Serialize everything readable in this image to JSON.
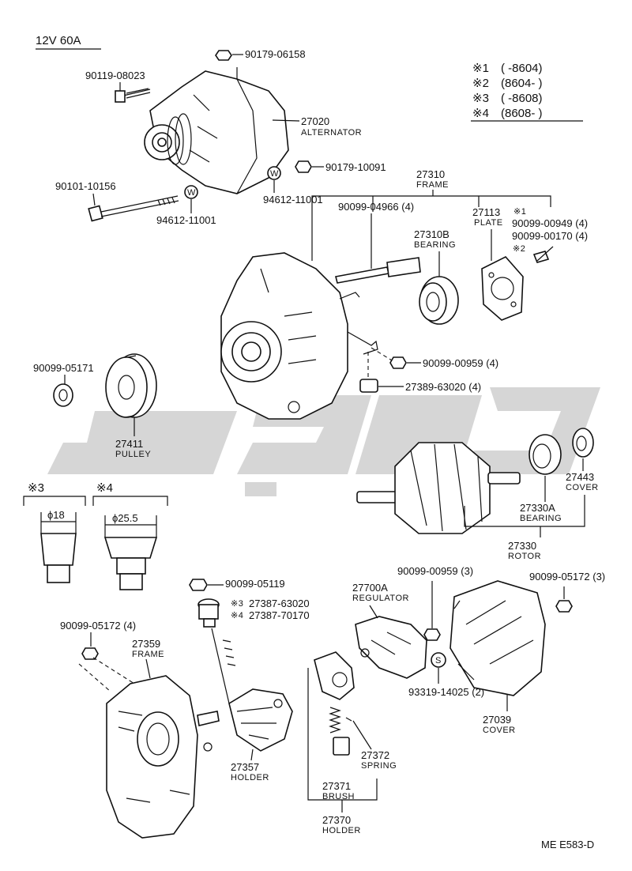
{
  "title": "12V 60A",
  "footer_code": "ME  E583-D",
  "legend": [
    {
      "mark": "※1",
      "text": "(      -8604)"
    },
    {
      "mark": "※2",
      "text": "(8604-       )"
    },
    {
      "mark": "※3",
      "text": "(      -8608)"
    },
    {
      "mark": "※4",
      "text": "(8608-       )"
    }
  ],
  "parts": {
    "p90179_06158": "90179-06158",
    "p90119_08023": "90119-08023",
    "p27020": "27020",
    "p27020_name": "ALTERNATOR",
    "p90179_10091": "90179-10091",
    "p90101_10156": "90101-10156",
    "p94612_a": "94612-11001",
    "p94612_b": "94612-11001",
    "p27310": "27310",
    "p27310_name": "FRAME",
    "p90099_04966": "90099-04966 (4)",
    "p27113": "27113",
    "p27113_mark": "※1",
    "p27113_name": "PLATE",
    "p90099_00949": "90099-00949 (4)",
    "p90099_00170": "90099-00170 (4)",
    "p90099_00170_mark": "※2",
    "p27310B": "27310B",
    "p27310B_name": "BEARING",
    "p90099_00959_a": "90099-00959 (4)",
    "p27389_63020": "27389-63020 (4)",
    "p90099_05171": "90099-05171",
    "p27411": "27411",
    "p27411_name": "PULLEY",
    "p27443": "27443",
    "p27443_name": "COVER",
    "p27330A": "27330A",
    "p27330A_name": "BEARING",
    "p27330": "27330",
    "p27330_name": "ROTOR",
    "sleeve3_mark": "※3",
    "sleeve4_mark": "※4",
    "sleeve3_dia": "ϕ18",
    "sleeve4_dia": "ϕ25.5",
    "p90099_05119": "90099-05119",
    "p27387_63020": "27387-63020",
    "p27387_63020_mark": "※3",
    "p27387_70170": "27387-70170",
    "p27387_70170_mark": "※4",
    "p90099_00959_b": "90099-00959 (3)",
    "p90099_05172_a": "90099-05172 (3)",
    "p27700A": "27700A",
    "p27700A_name": "REGULATOR",
    "p90099_05172_b": "90099-05172 (4)",
    "p27359": "27359",
    "p27359_name": "FRAME",
    "p93319_14025": "93319-14025 (2)",
    "p27039": "27039",
    "p27039_name": "COVER",
    "p27372": "27372",
    "p27372_name": "SPRING",
    "p27357": "27357",
    "p27357_name": "HOLDER",
    "p27371": "27371",
    "p27371_name": "BRUSH",
    "p27370": "27370",
    "p27370_name": "HOLDER"
  },
  "washer_marks": {
    "w": "W",
    "s": "S"
  }
}
